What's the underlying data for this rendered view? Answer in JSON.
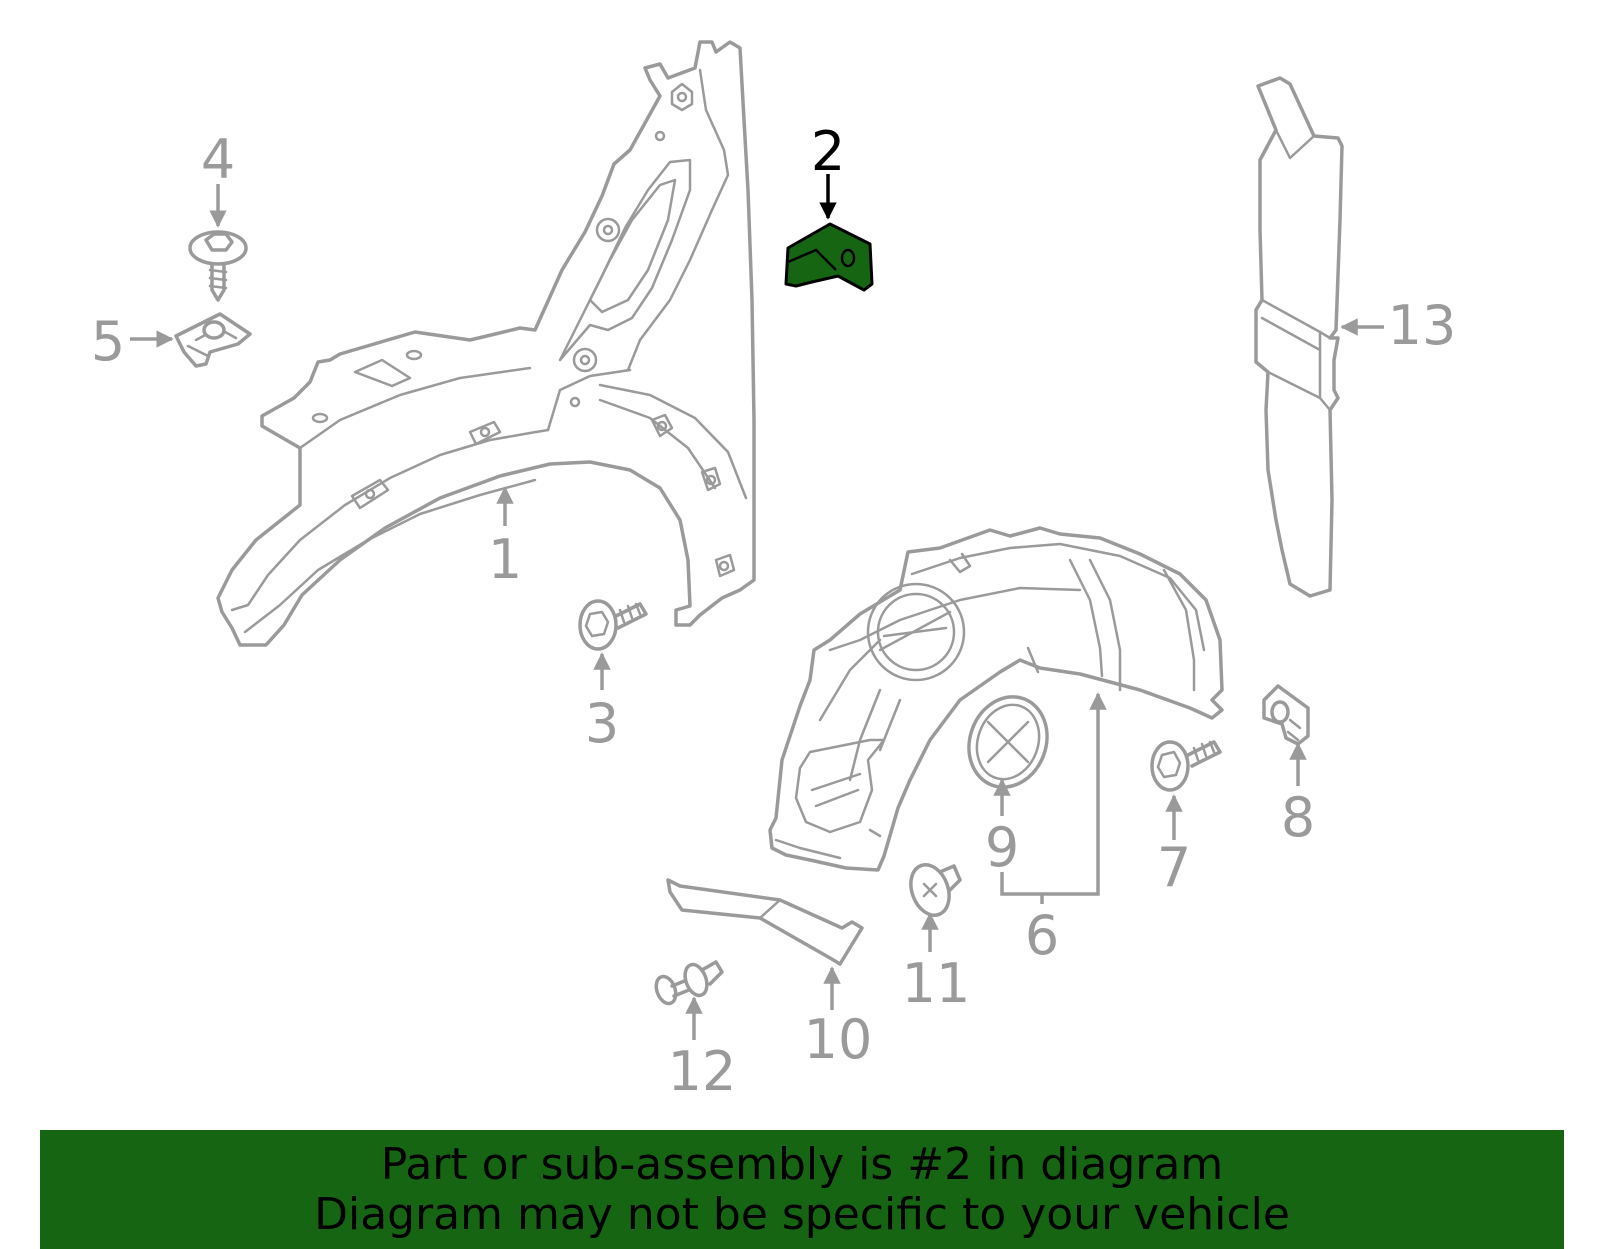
{
  "diagram": {
    "highlight_color": "#166512",
    "line_color": "#9a9a9a",
    "highlighted_part": "2",
    "callouts": [
      {
        "id": "1",
        "label": "1"
      },
      {
        "id": "2",
        "label": "2"
      },
      {
        "id": "3",
        "label": "3"
      },
      {
        "id": "4",
        "label": "4"
      },
      {
        "id": "5",
        "label": "5"
      },
      {
        "id": "6",
        "label": "6"
      },
      {
        "id": "7",
        "label": "7"
      },
      {
        "id": "8",
        "label": "8"
      },
      {
        "id": "9",
        "label": "9"
      },
      {
        "id": "10",
        "label": "10"
      },
      {
        "id": "11",
        "label": "11"
      },
      {
        "id": "12",
        "label": "12"
      },
      {
        "id": "13",
        "label": "13"
      }
    ]
  },
  "banner": {
    "line1": "Part or sub-assembly is #2 in diagram",
    "line2": "Diagram may not be specific to your vehicle",
    "background": "#166512"
  }
}
